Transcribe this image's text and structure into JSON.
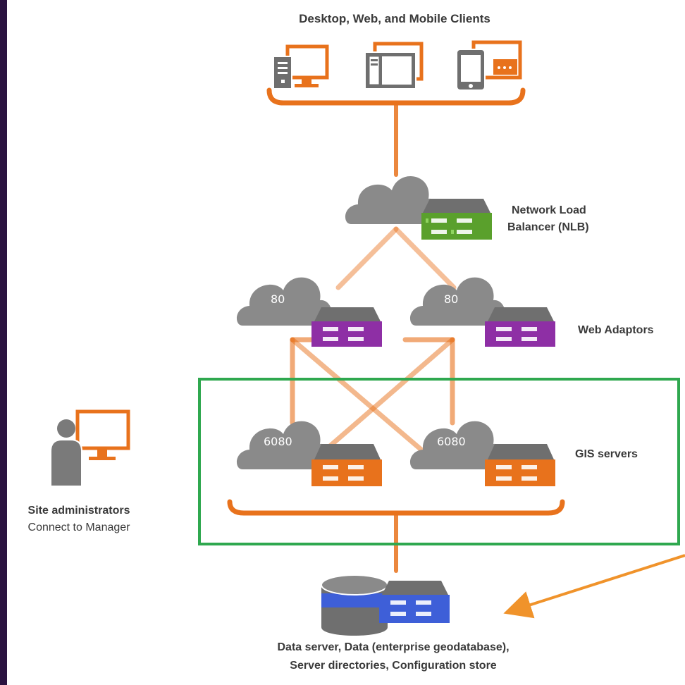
{
  "labels": {
    "clients": "Desktop, Web, and Mobile Clients",
    "nlb_line1": "Network Load",
    "nlb_line2": "Balancer (NLB)",
    "web_adaptors": "Web Adaptors",
    "gis_servers": "GIS servers",
    "admin_line1": "Site administrators",
    "admin_line2": "Connect to Manager",
    "data_line1": "Data server, Data (enterprise geodatabase),",
    "data_line2": "Server directories, Configuration store"
  },
  "ports": {
    "web_adaptor_left": "80",
    "web_adaptor_right": "80",
    "gis_left": "6080",
    "gis_right": "6080"
  },
  "colors": {
    "accent_orange": "#e8721c",
    "cloud_gray": "#8a8a8a",
    "nlb_green": "#5aa02c",
    "web_adaptor_purple": "#8e2fa5",
    "gis_orange": "#e8721c",
    "data_blue": "#3e5fd8",
    "highlight_box_green": "#2fa84f",
    "frame_purple": "#2a1340"
  },
  "icons": {
    "clients": [
      "desktop-icon",
      "tablet-icon",
      "mobile-icon"
    ],
    "admin": "person-at-computer-icon",
    "data": "database-icon"
  }
}
